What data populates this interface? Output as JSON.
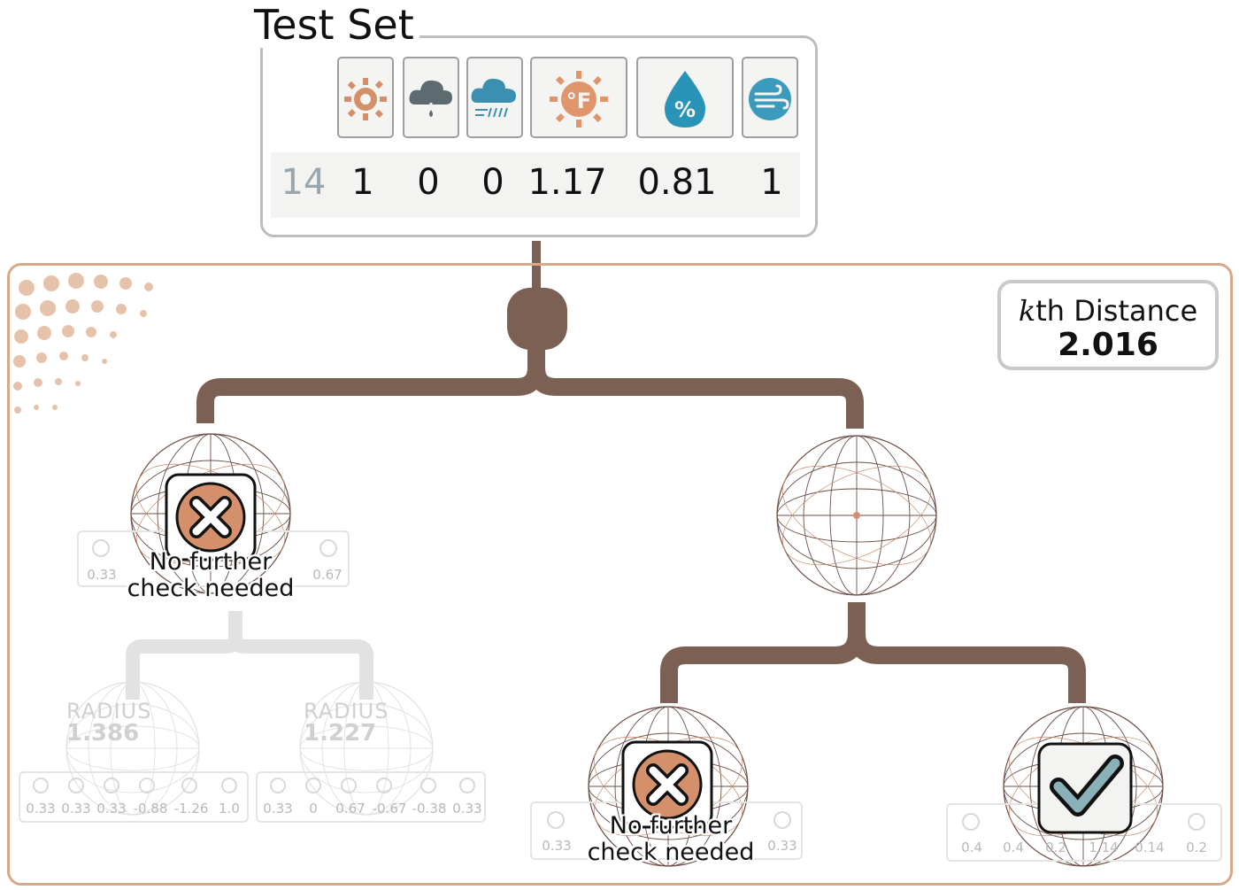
{
  "test_set": {
    "title": "Test Set",
    "features": [
      {
        "icon": "sun-icon",
        "color": "#d4906a"
      },
      {
        "icon": "cloud-drizzle-icon",
        "color": "#5b6b70"
      },
      {
        "icon": "cloud-wind-rain-icon",
        "color": "#3b8fb0"
      },
      {
        "icon": "sun-fahrenheit-icon",
        "color": "#e0956a"
      },
      {
        "icon": "humidity-drop-icon",
        "color": "#2a93b8"
      },
      {
        "icon": "wind-icon",
        "color": "#3a9bbd"
      }
    ],
    "index": "14",
    "values": [
      "1",
      "0",
      "0",
      "1.17",
      "0.81",
      "1"
    ]
  },
  "kth_distance": {
    "label_k": "k",
    "label_rest": "th Distance",
    "value": "2.016"
  },
  "nodes": {
    "left": {
      "status": "x",
      "note_line1": "No further",
      "note_line2": "check needed",
      "faded_values": [
        "0.33",
        "0.67"
      ]
    },
    "left_child_a": {
      "radius_label": "RADIUS",
      "radius_value": "1.386",
      "values": [
        "0.33",
        "0.33",
        "0.33",
        "-0.88",
        "-1.26",
        "1.0"
      ]
    },
    "left_child_b": {
      "radius_label": "RADIUS",
      "radius_value": "1.227",
      "values": [
        "0.33",
        "0",
        "0.67",
        "-0.67",
        "-0.38",
        "0.33"
      ]
    },
    "right_child_a": {
      "status": "x",
      "note_line1": "No further",
      "note_line2": "check needed",
      "faded_values": [
        "0.33",
        "0.33"
      ]
    },
    "right_child_b": {
      "status": "check",
      "faded_values": [
        "0.4",
        "0.4",
        "0.2",
        "1.14",
        "0.14",
        "0.2"
      ]
    }
  },
  "colors": {
    "branch": "#7d6054",
    "region_border": "#d8a88a",
    "x_badge": "#d4906a",
    "check_badge": "#8ab1b8"
  }
}
